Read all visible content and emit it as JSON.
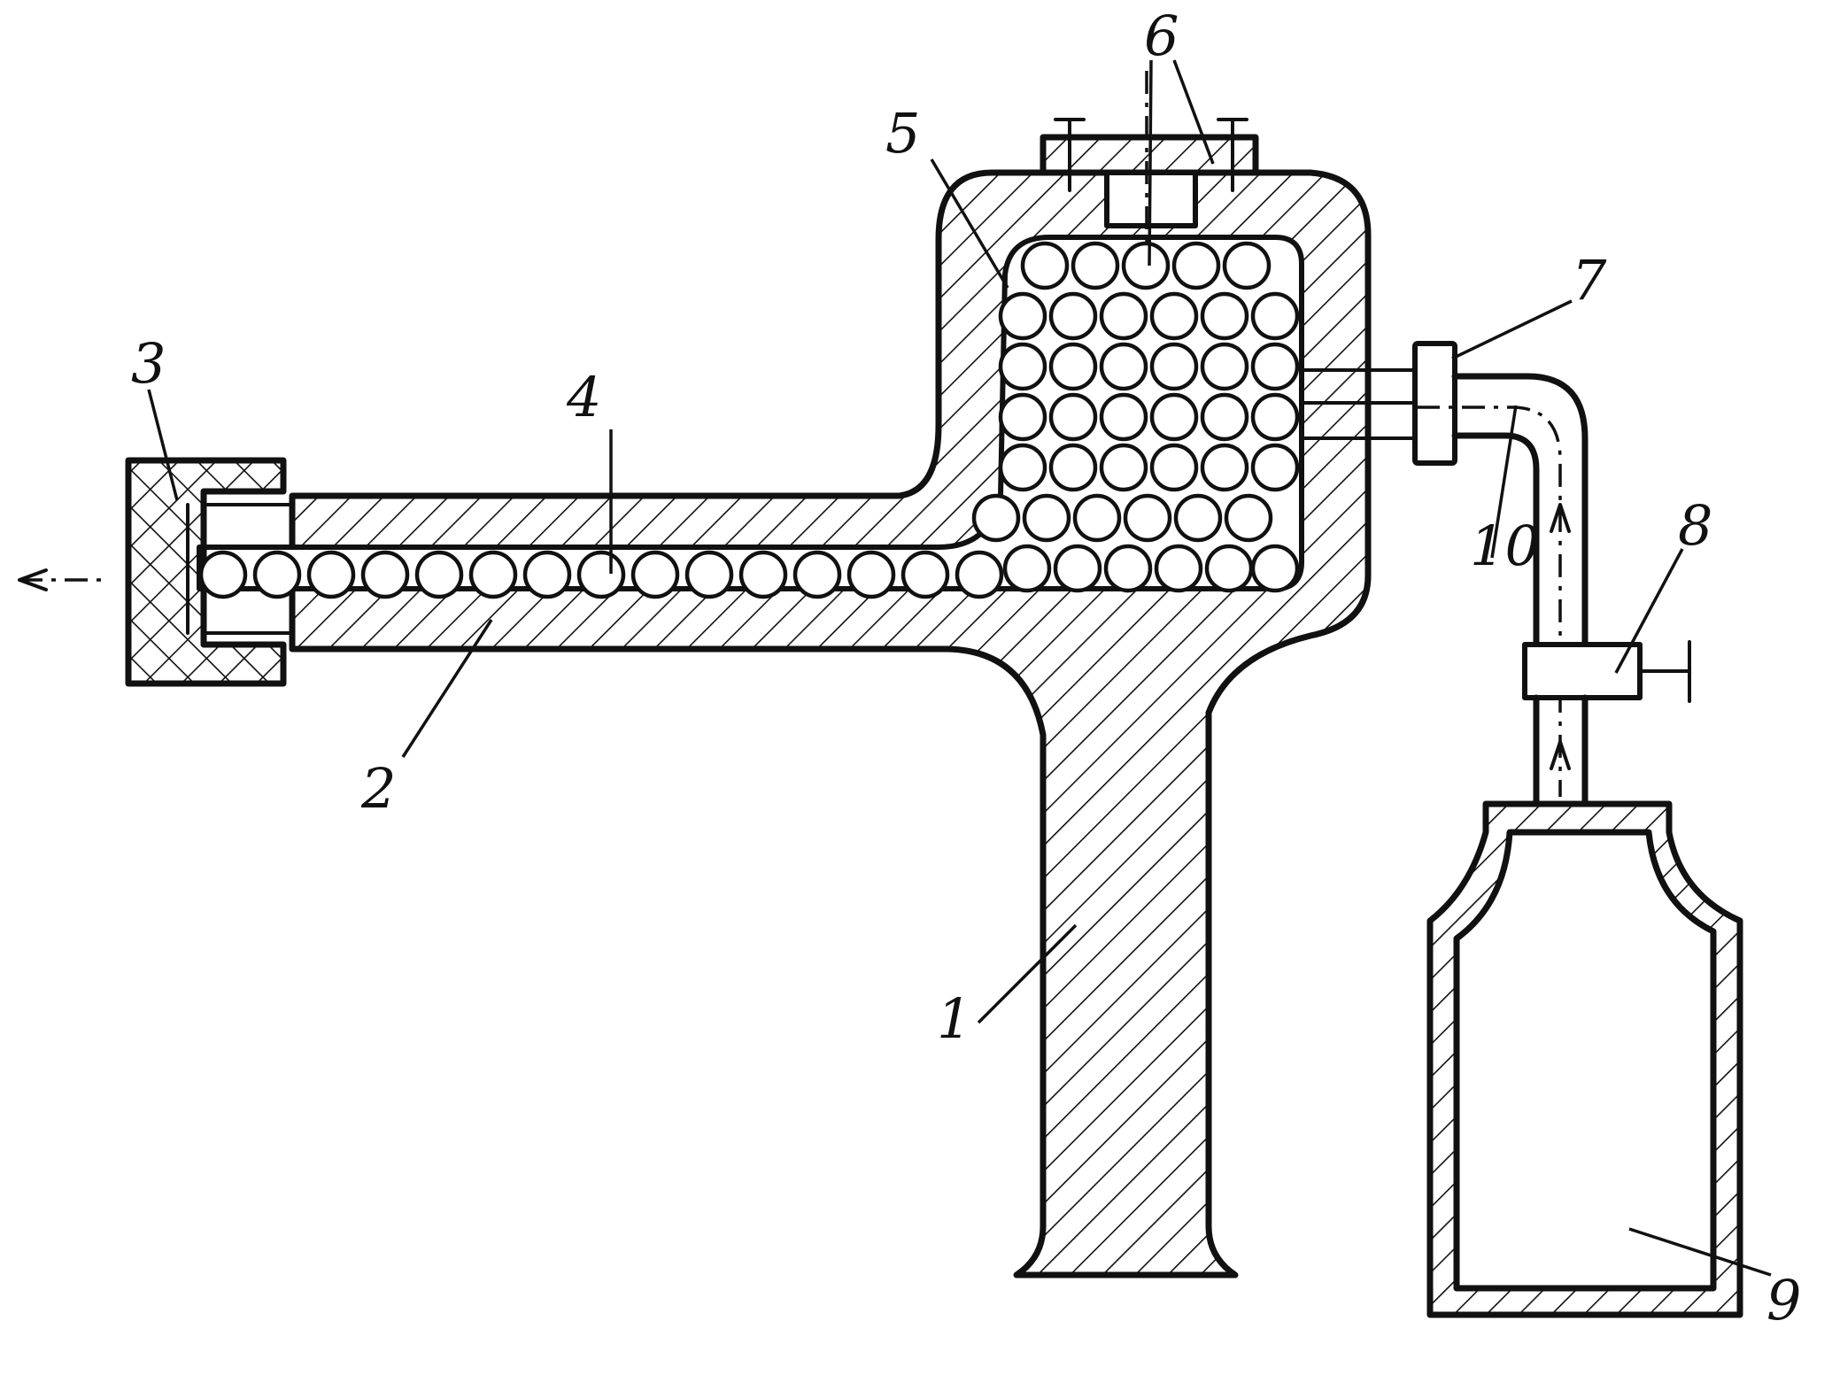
{
  "labels": {
    "handle": "1",
    "barrel": "2",
    "nozzle_cap": "3",
    "ball_row": "4",
    "magazine": "5",
    "top_cover": "6",
    "inlet_fitting": "7",
    "valve": "8",
    "gas_cylinder": "9",
    "gas_tube": "10"
  },
  "icons": {
    "exit_arrow": "arrow-left-icon",
    "flow_arrows": "arrow-up-icon"
  }
}
